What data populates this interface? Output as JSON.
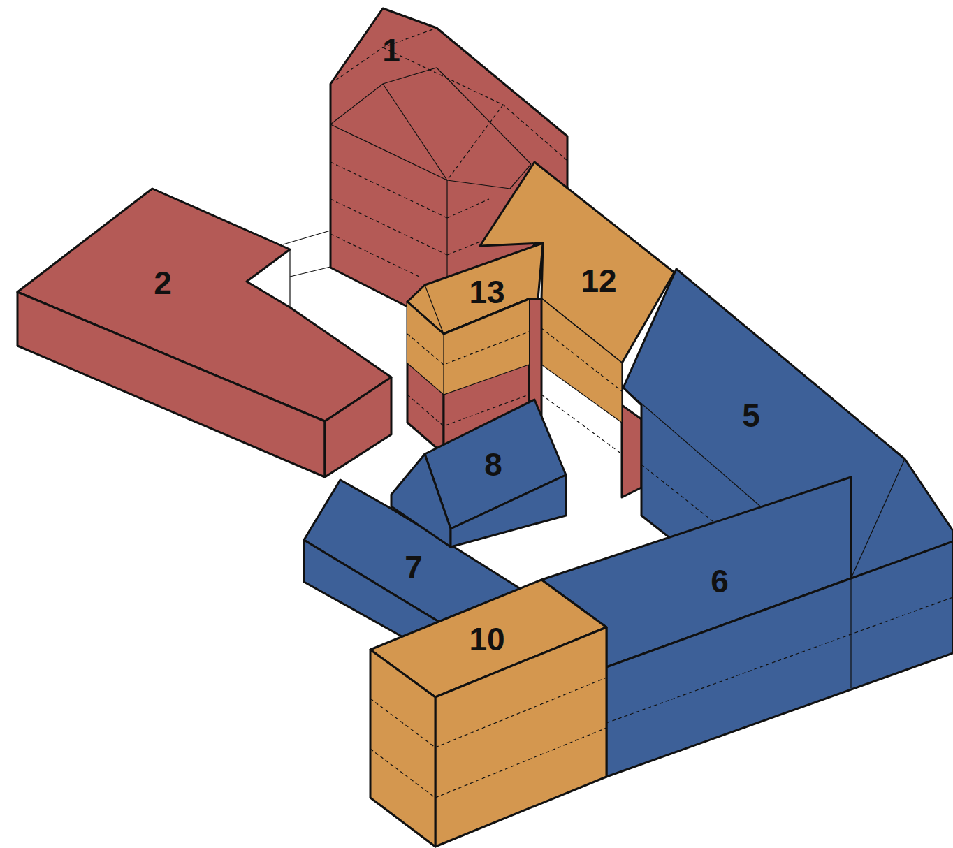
{
  "diagram": {
    "labels": [
      "1",
      "2",
      "13",
      "12",
      "5",
      "8",
      "7",
      "6",
      "10"
    ]
  }
}
